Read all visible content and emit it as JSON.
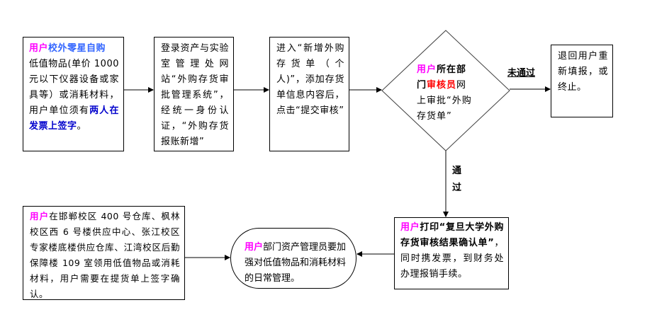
{
  "diagram": {
    "type": "flowchart",
    "colors": {
      "user_highlight": "#ff00ff",
      "title_blue": "#3366ff",
      "emphasis_blue": "#0000cc",
      "reviewer_red": "#ff0000",
      "line_gray": "#808080",
      "border": "#000000"
    },
    "step1": {
      "user": "用户",
      "title": "校外零星自购",
      "body": "低值物品(单价 1000 元以下仪器设备或家具等）或消耗材料，用户单位须有",
      "emphasis": "两人在发票上签字",
      "end": "。"
    },
    "step2": {
      "text": "登录资产与实验室管理处网站“外购存货审批管理系统”，经统一身份认证，“外购存货报账新增”"
    },
    "step3": {
      "text": "进入“新增外购存货单（个人)”，添加存货单信息内容后，点击“提交审核”"
    },
    "decision": {
      "user": "用户",
      "part1": "所在部门",
      "reviewer": "审核员",
      "part2": "网上审批“外购存货单”"
    },
    "branch_fail": {
      "label": "未通过",
      "text": "退回用户重新填报，或终止。"
    },
    "branch_pass": {
      "label": "通过"
    },
    "step_print": {
      "user": "用户",
      "bold_text": "打印“复旦大学外购存货审核结果确认单”",
      "text": "，同时携发票，到财务处办理报销手续。"
    },
    "step_manage": {
      "user": "用户",
      "text": "部门资产管理员要加强对低值物品和消耗材料的日常管理。"
    },
    "step_pickup": {
      "user": "用户",
      "text": "在邯郸校区 400 号仓库、枫林校区西 6 号楼供应中心、张江校区专家楼底楼供应仓库、江湾校区后勤保障楼 109 室领用低值物品或消耗材料，用户需要在提货单上签字确认。"
    }
  }
}
